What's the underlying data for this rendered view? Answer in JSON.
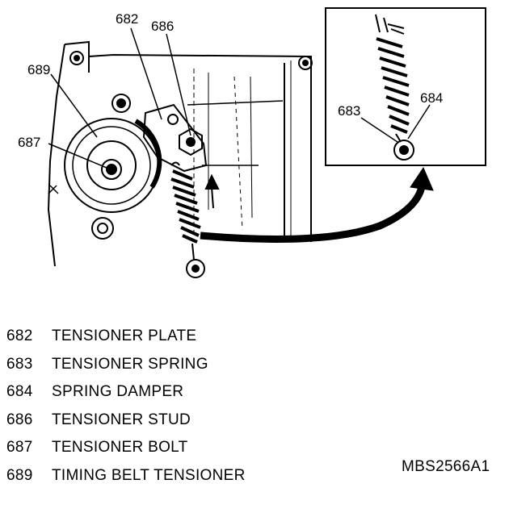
{
  "callouts": {
    "c682": "682",
    "c686": "686",
    "c689": "689",
    "c687": "687",
    "c683": "683",
    "c684": "684"
  },
  "legend": [
    {
      "number": "682",
      "name": "TENSIONER PLATE"
    },
    {
      "number": "683",
      "name": "TENSIONER SPRING"
    },
    {
      "number": "684",
      "name": "SPRING DAMPER"
    },
    {
      "number": "686",
      "name": "TENSIONER STUD"
    },
    {
      "number": "687",
      "name": "TENSIONER BOLT"
    },
    {
      "number": "689",
      "name": "TIMING BELT TENSIONER"
    }
  ],
  "figure_code": "MBS2566A1"
}
